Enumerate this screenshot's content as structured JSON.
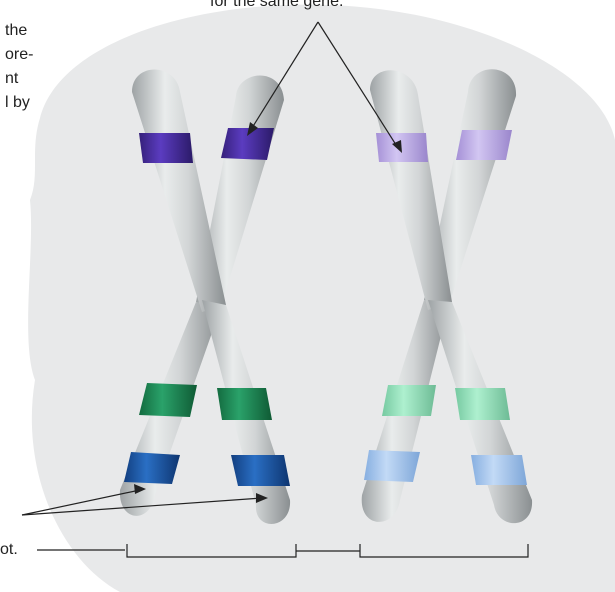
{
  "labels": {
    "top_caption": "for the same gene.",
    "left_text_lines": [
      "the",
      "ore-",
      "nt",
      "l by"
    ],
    "bottom_left_1": "",
    "bottom_left_2": "ot."
  },
  "colors": {
    "backdrop": "#e8e9ea",
    "chromatid": "#c9cccd",
    "band_purple": "#4b2fa0",
    "band_green": "#1f8a55",
    "band_blue": "#1c5aa5",
    "band_purple_light": "#b9a7e3",
    "band_green_light": "#8fdcb6",
    "band_blue_light": "#9ec0ea"
  }
}
